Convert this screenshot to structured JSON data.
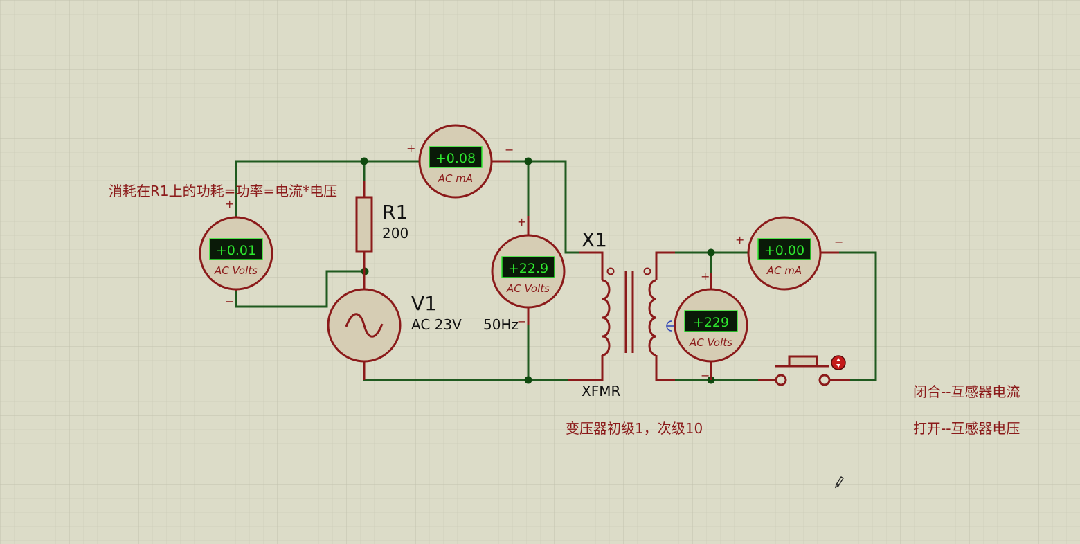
{
  "annotations": {
    "power_note": "消耗在R1上的功耗=功率=电流*电压",
    "xfmr_ratio_note": "变压器初级1，次级10",
    "switch_closed_note": "闭合--互感器电流",
    "switch_open_note": "打开--互感器电压"
  },
  "components": {
    "r1": {
      "ref": "R1",
      "value": "200"
    },
    "v1": {
      "ref": "V1",
      "value": "AC 23V",
      "freq": "50Hz"
    },
    "x1": {
      "ref": "X1",
      "type": "XFMR"
    }
  },
  "meters": {
    "volt_left": {
      "reading": "+0.01",
      "unit": "AC Volts"
    },
    "ma_top": {
      "reading": "+0.08",
      "unit": "AC mA"
    },
    "volt_mid": {
      "reading": "+22.9",
      "unit": "AC Volts"
    },
    "ma_right": {
      "reading": "+0.00",
      "unit": "AC mA"
    },
    "volt_right": {
      "reading": "+229",
      "unit": "AC Volts"
    }
  },
  "symbols": {
    "plus": "+",
    "minus": "−"
  },
  "colors": {
    "background": "#dcdcc8",
    "grid_minor": "#cfcfbb",
    "grid_major": "#c2c2ae",
    "wire": "#1f5a1f",
    "component": "#8b1a1a",
    "meter_fill": "#d6cdb4",
    "lcd_bg": "#0a1a08",
    "lcd_text": "#2ee82e",
    "annotation": "#8b1a1a"
  }
}
